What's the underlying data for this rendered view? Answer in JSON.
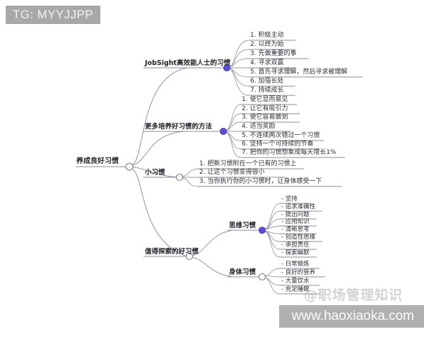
{
  "page": {
    "top_banner": "TG: MYYJJPP",
    "bottom_url": "www.haoxiaoka.com",
    "cn_watermark": "@职场管理知识",
    "accent_color": "#5b4fcf",
    "line_color": "#8f90a8",
    "banner_bg": "#a8a8a8"
  },
  "mindmap": {
    "root": {
      "label": "养成良好习惯"
    },
    "branches": [
      {
        "id": "branch-seven-habits",
        "label": "JobSight高效能人士的习惯",
        "leaves": [
          "1. 积极主动",
          "2. 以终为始",
          "3. 先做重要的事",
          "4. 寻求双赢",
          "5. 首先寻求理解，然后寻求被理解",
          "6. 加强长处",
          "7. 持续成长"
        ]
      },
      {
        "id": "branch-more-methods",
        "label": "更多培养好习惯的方法",
        "leaves": [
          "1. 使它显而易见",
          "2. 让它有吸引力",
          "3. 使它容易做到",
          "4. 适当奖励",
          "5. 不连续两次错过一个习惯",
          "6. 坚持一个可持续的节奏",
          "7. 把你的习惯想象成每天增长1%"
        ]
      },
      {
        "id": "branch-tiny-habits",
        "label": "小习惯",
        "leaves": [
          "1. 把新习惯附在一个已有的习惯上",
          "2. 让这个习惯变得很小",
          "3. 当你执行你的小习惯时，让身体感受一下"
        ]
      },
      {
        "id": "branch-worth-exploring",
        "label": "值得探索的好习惯",
        "subbranches": [
          {
            "id": "sub-thinking-habits",
            "label": "思维习惯",
            "leaves": [
              "- 坚持",
              "- 追求准确性",
              "- 提出问题",
              "- 应用知识",
              "- 清晰思考",
              "- 创造性思维",
              "- 承担责任",
              "- 探索幽默"
            ]
          },
          {
            "id": "sub-body-habits",
            "label": "身体习惯",
            "leaves": [
              "- 日常锻炼",
              "- 良好的营养",
              "- 大量饮水",
              "- 充足睡眠"
            ]
          }
        ]
      }
    ]
  }
}
